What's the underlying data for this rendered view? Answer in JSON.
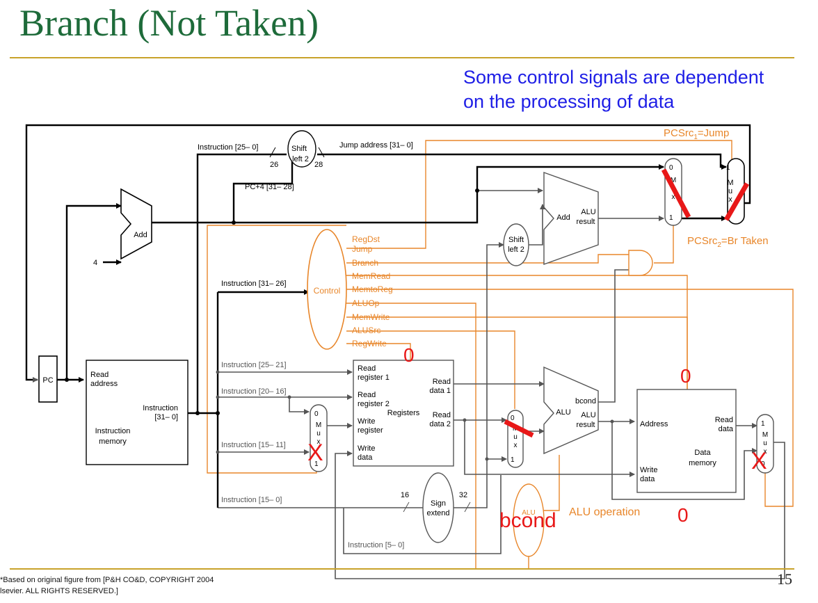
{
  "slide": {
    "title": "Branch (Not Taken)",
    "callout_line1": "Some control signals are dependent",
    "callout_line2": "on the processing of data",
    "footnote_line1": "*Based on original figure from [P&H CO&D, COPYRIGHT 2004",
    "footnote_line2": "lsevier. ALL RIGHTS RESERVED.]",
    "page_number": "15"
  },
  "colors": {
    "title": "#1e6b3a",
    "callout": "#1e1ee6",
    "control": "#e8862a",
    "datapath": "#555555",
    "active": "#000000",
    "mark": "#e81818",
    "rule": "#c8a22a"
  },
  "diagram": {
    "pc": "PC",
    "add_top": "Add",
    "const_four": "4",
    "shift1": [
      "Shift",
      "left 2"
    ],
    "shift2": [
      "Shift",
      "left 2"
    ],
    "add_branch": "Add",
    "alu_result_branch": [
      "ALU",
      "result"
    ],
    "imem": {
      "read_address": [
        "Read",
        "address"
      ],
      "instruction": [
        "Instruction",
        "[31– 0]"
      ],
      "name": [
        "Instruction",
        "memory"
      ]
    },
    "control": "Control",
    "control_signals": [
      "RegDst",
      "Jump",
      "Branch",
      "MemRead",
      "MemtoReg",
      "ALUOp",
      "MemWrite",
      "ALUSrc",
      "RegWrite"
    ],
    "registers": {
      "read_reg1": [
        "Read",
        "register 1"
      ],
      "read_reg2": [
        "Read",
        "register 2"
      ],
      "write_reg": [
        "Write",
        "register"
      ],
      "write_data": [
        "Write",
        "data"
      ],
      "read_data1": [
        "Read",
        "data 1"
      ],
      "read_data2": [
        "Read",
        "data 2"
      ],
      "name": "Registers"
    },
    "alu": {
      "name": "ALU",
      "result": [
        "ALU",
        "result"
      ],
      "bcond": "bcond"
    },
    "dmem": {
      "address": "Address",
      "write_data": [
        "Write",
        "data"
      ],
      "read_data": [
        "Read",
        "data"
      ],
      "name": [
        "Data",
        "memory"
      ]
    },
    "sign_extend": [
      "Sign",
      "extend"
    ],
    "alu_control": "ALU",
    "alu_operation": "ALU operation",
    "wire_labels": {
      "instr_25_0": "Instruction [25– 0]",
      "jump_addr": "Jump address [31– 0]",
      "pc4": "PC+4 [31– 28]",
      "bits26": "26",
      "bits28": "28",
      "instr_31_26": "Instruction [31– 26]",
      "instr_25_21": "Instruction [25– 21]",
      "instr_20_16": "Instruction [20– 16]",
      "instr_15_11": "Instruction [15– 11]",
      "instr_15_0": "Instruction [15– 0]",
      "instr_5_0": "Instruction [5– 0]",
      "bits16": "16",
      "bits32": "32"
    },
    "mux_letters": [
      "M",
      "u",
      "x"
    ],
    "mux_inputs": {
      "zero": "0",
      "one": "1"
    },
    "pcsrc1": {
      "prefix": "PCSrc",
      "sub": "1",
      "suffix": "=Jump"
    },
    "pcsrc2": {
      "prefix": "PCSrc",
      "sub": "2",
      "suffix": "=Br Taken"
    },
    "annotations": {
      "zero": "0",
      "x": "X",
      "bcond_big": "bcond"
    }
  }
}
